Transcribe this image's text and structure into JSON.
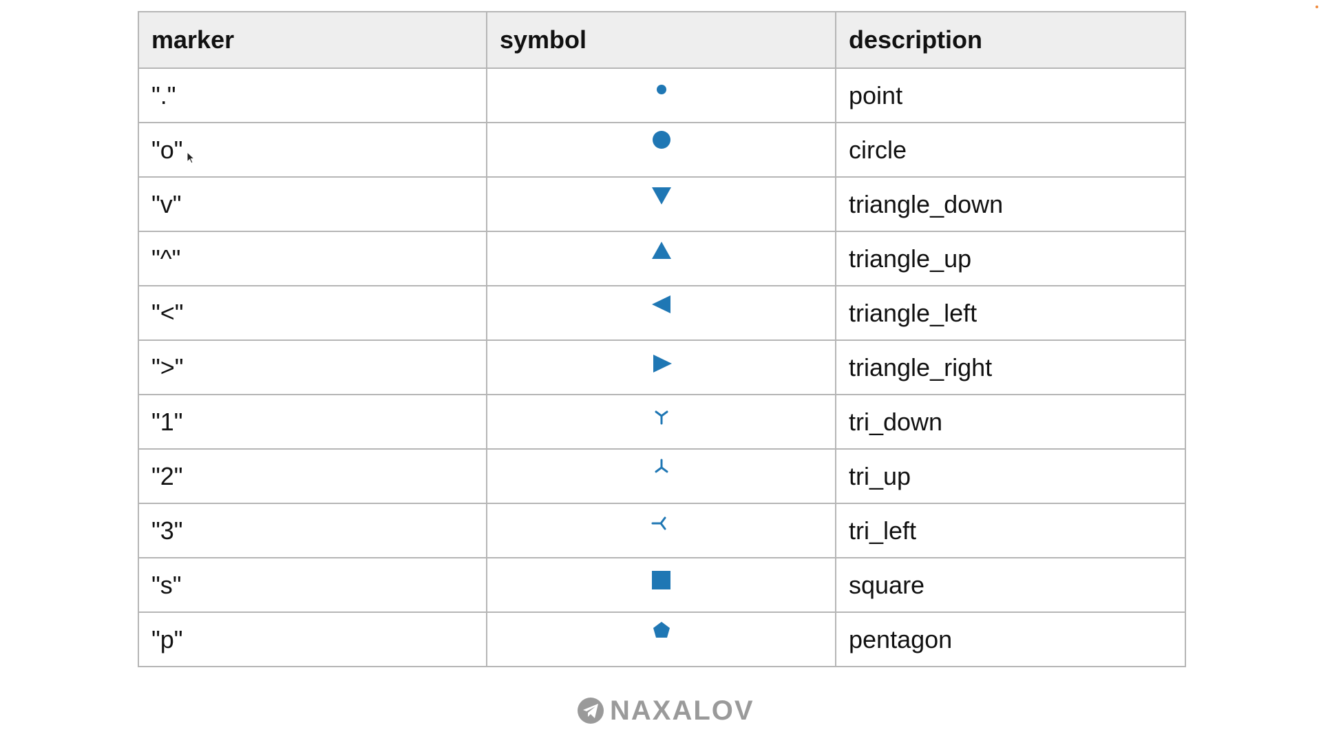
{
  "table": {
    "headers": {
      "marker": "marker",
      "symbol": "symbol",
      "description": "description"
    },
    "rows": [
      {
        "marker": "\".\"",
        "symbol_icon": "point-marker-icon",
        "description": "point"
      },
      {
        "marker": "\"o\"",
        "symbol_icon": "circle-marker-icon",
        "description": "circle"
      },
      {
        "marker": "\"v\"",
        "symbol_icon": "triangle-down-marker-icon",
        "description": "triangle_down"
      },
      {
        "marker": "\"^\"",
        "symbol_icon": "triangle-up-marker-icon",
        "description": "triangle_up"
      },
      {
        "marker": "\"<\"",
        "symbol_icon": "triangle-left-marker-icon",
        "description": "triangle_left"
      },
      {
        "marker": "\">\"",
        "symbol_icon": "triangle-right-marker-icon",
        "description": "triangle_right"
      },
      {
        "marker": "\"1\"",
        "symbol_icon": "tri-down-marker-icon",
        "description": "tri_down"
      },
      {
        "marker": "\"2\"",
        "symbol_icon": "tri-up-marker-icon",
        "description": "tri_up"
      },
      {
        "marker": "\"3\"",
        "symbol_icon": "tri-left-marker-icon",
        "description": "tri_left"
      },
      {
        "marker": "\"s\"",
        "symbol_icon": "square-marker-icon",
        "description": "square"
      },
      {
        "marker": "\"p\"",
        "symbol_icon": "pentagon-marker-icon",
        "description": "pentagon"
      }
    ]
  },
  "colors": {
    "marker_blue": "#1f77b4",
    "header_bg": "#eeeeee",
    "border": "#b5b5b5",
    "watermark": "#9a9a9a"
  },
  "watermark": {
    "text": "NAXALOV",
    "icon": "telegram-plane-icon"
  }
}
